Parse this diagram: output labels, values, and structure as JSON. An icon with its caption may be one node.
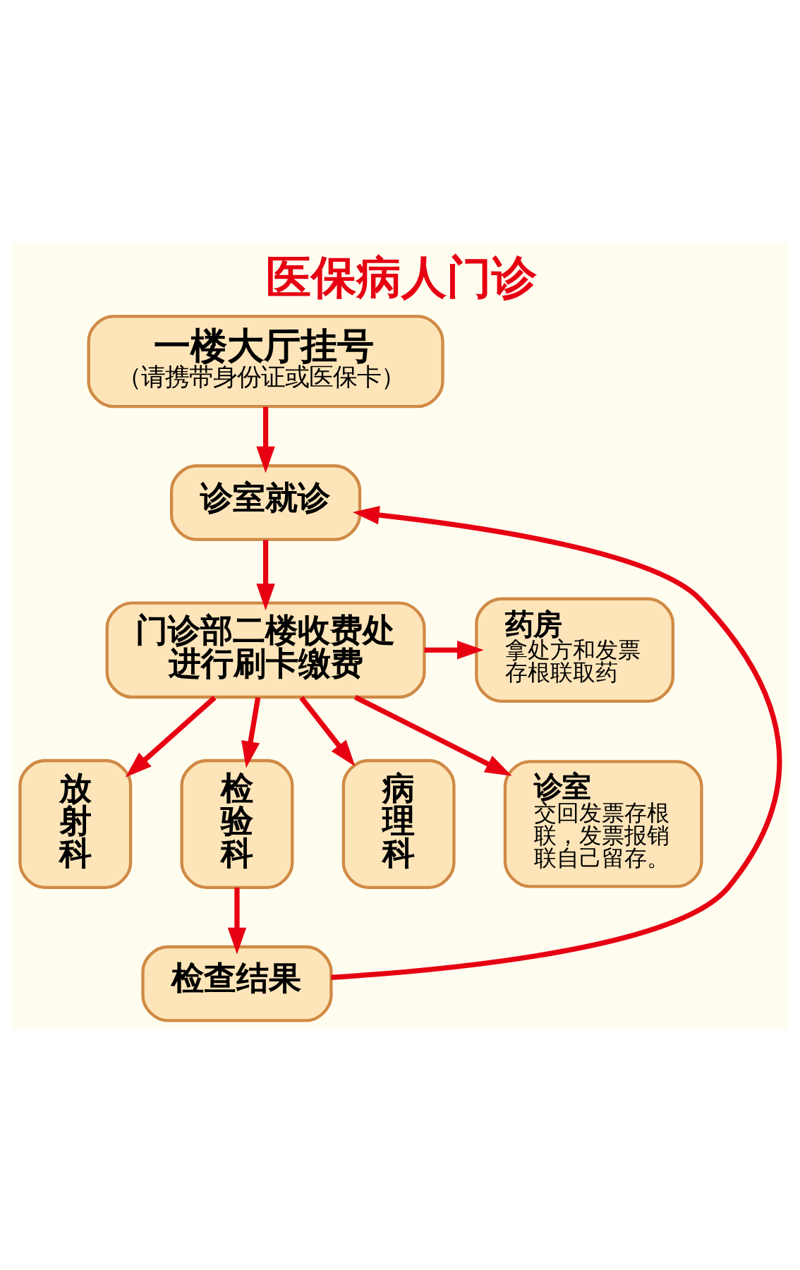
{
  "diagram": {
    "title": "医保病人门诊",
    "nodes": [
      {
        "text": [
          "一楼大厅挂号",
          "（请携带身份证或医保卡）"
        ]
      },
      {
        "text": [
          "诊室就诊"
        ]
      },
      {
        "text": [
          "门诊部二楼收费处进行刷卡缴费"
        ]
      },
      {
        "text": [
          "药房",
          "拿处方和发票存根联取药"
        ]
      },
      {
        "text": [
          "放射科"
        ]
      },
      {
        "text": [
          "检验科"
        ]
      },
      {
        "text": [
          "病理科"
        ]
      },
      {
        "text": [
          "诊室",
          "交回发票存根联，发票报销联自己留存。"
        ]
      },
      {
        "text": [
          "检查结果"
        ]
      }
    ],
    "edges": [
      {
        "from": 0,
        "to": 1,
        "arrow": "to"
      },
      {
        "from": 1,
        "to": 2,
        "arrow": "to"
      },
      {
        "from": 2,
        "to": 3,
        "arrow": "to"
      },
      {
        "from": 2,
        "to": 4,
        "arrow": "to"
      },
      {
        "from": 2,
        "to": 5,
        "arrow": "to"
      },
      {
        "from": 2,
        "to": 6,
        "arrow": "to"
      },
      {
        "from": 2,
        "to": 7,
        "arrow": "to"
      },
      {
        "from": 5,
        "to": 8,
        "arrow": "to"
      },
      {
        "from": 8,
        "to": 1,
        "arrow": "to"
      }
    ]
  }
}
